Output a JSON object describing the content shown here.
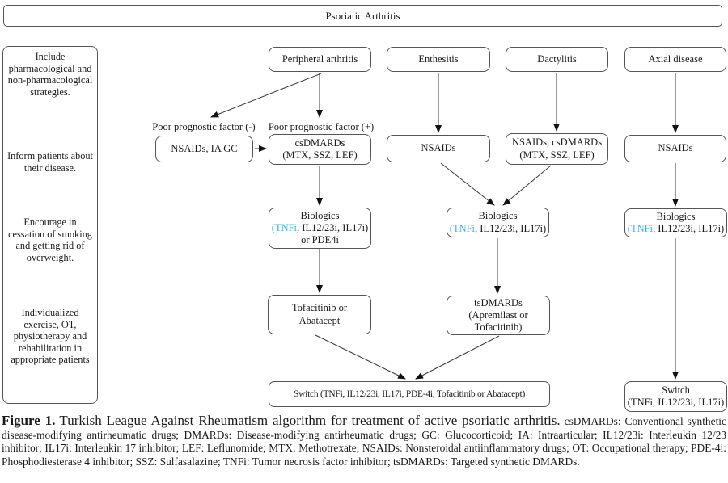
{
  "colors": {
    "tnfi_accent": "#35b7d9",
    "box_border": "#555555",
    "arrow": "#3a3a3a"
  },
  "root": {
    "label": "Psoriatic Arthritis"
  },
  "sidebar": {
    "items": [
      {
        "text": "Include pharmacological and non-pharmacological strategies."
      },
      {
        "text": "Inform patients about their disease."
      },
      {
        "text": "Encourage in cessation of smoking and getting rid of overweight."
      },
      {
        "text": "Individualized exercise, OT, physiotherapy and rehabilitation in appropriate patients"
      }
    ]
  },
  "columns": {
    "peripheral": {
      "header": "Peripheral arthritis"
    },
    "enthesitis": {
      "header": "Enthesitis"
    },
    "dactylitis": {
      "header": "Dactylitis"
    },
    "axial": {
      "header": "Axial disease"
    }
  },
  "branch_labels": {
    "negative": "Poor prognostic factor (-)",
    "positive": "Poor prognostic factor (+)"
  },
  "nodes": {
    "nsaids_ia_gc": {
      "line1": "NSAIDs, IA GC"
    },
    "csdmards": {
      "line1": "csDMARDs",
      "line2": "(MTX, SSZ, LEF)"
    },
    "nsaids_enthesitis": {
      "line1": "NSAIDs"
    },
    "nsaids_csdmards_dactylitis": {
      "line1": "NSAIDs, csDMARDs",
      "line2": "(MTX, SSZ, LEF)"
    },
    "nsaids_axial": {
      "line1": "NSAIDs"
    },
    "biologics_peripheral": {
      "line1": "Biologics",
      "tnfi_part": "(TNFi",
      "rest_part": ", IL12/23i, IL17i)",
      "line3": "or PDE4i"
    },
    "biologics_mid": {
      "line1": "Biologics",
      "tnfi_part": "(TNFi",
      "rest_part": ", IL12/23i, IL17i)"
    },
    "biologics_axial": {
      "line1": "Biologics",
      "tnfi_part": "(TNFi",
      "rest_part": ", IL12/23i, IL17i)"
    },
    "tofacitinib_abatacept": {
      "line1": "Tofacitinib or",
      "line2": "Abatacept"
    },
    "tsdmards": {
      "line1": "tsDMARDs",
      "line2": "(Apremilast or",
      "line3": "Tofacitinib)"
    },
    "switch_main": {
      "line1": "Switch (TNFi, IL12/23i, IL17i, PDE-4i, Tofacitinib or Abatacept)"
    },
    "switch_axial": {
      "line1": "Switch",
      "line2": "(TNFi, IL12/23i, IL17i)"
    }
  },
  "caption": {
    "figure_label": "Figure 1.",
    "title": "Turkish League Against Rheumatism algorithm for treatment of active psoriatic arthritis.",
    "abbreviations": "csDMARDs: Conventional synthetic disease-modifying antirheumatic drugs; DMARDs: Disease-modifying antirheumatic drugs; GC: Glucocorticoid; IA: Intraarticular; IL12/23i: Interleukin 12/23 inhibitor; IL17i: Interleukin 17 inhibitor; LEF: Leflunomide; MTX: Methotrexate; NSAIDs: Nonsteroidal antiinflammatory drugs; OT: Occupational therapy; PDE-4i: Phosphodiesterase 4 inhibitor; SSZ: Sulfasalazine; TNFi: Tumor necrosis factor inhibitor; tsDMARDs: Targeted synthetic DMARDs."
  }
}
